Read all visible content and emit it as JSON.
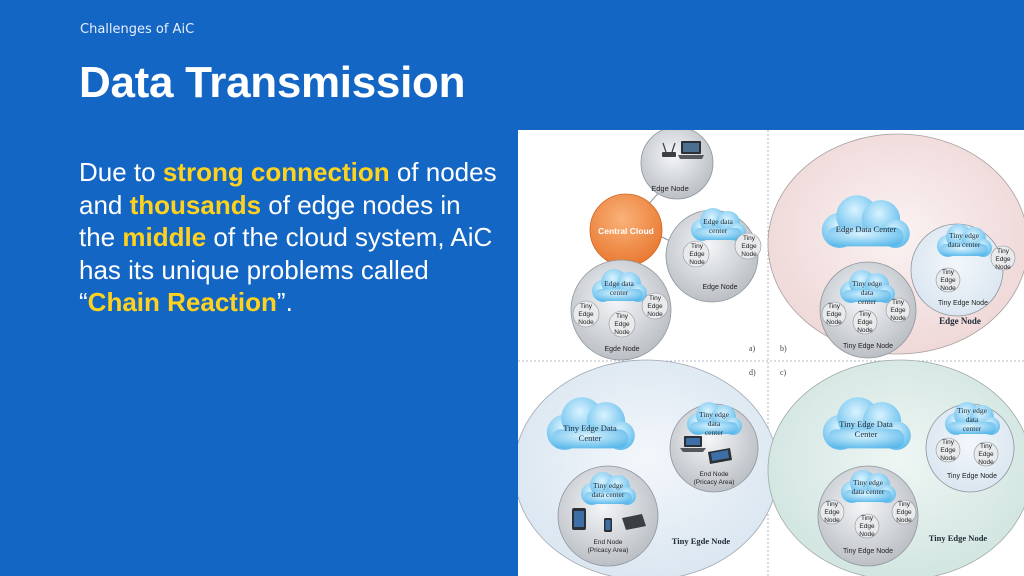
{
  "header": {
    "section": "Challenges of AiC",
    "title": "Data Transmission"
  },
  "body": {
    "p1": "Due to ",
    "hl1": "strong connection",
    "p2": " of nodes and ",
    "hl2": "thousands",
    "p3": " of edge nodes in the ",
    "hl3": "middle",
    "p4": " of the cloud system, AiC has its unique problems called ",
    "q_open": "“",
    "hl4": "Chain Reaction",
    "q_close": "”."
  },
  "figure": {
    "panels": {
      "a": "a)",
      "b": "b)",
      "c": "c)",
      "d": "d)"
    },
    "a": {
      "central_cloud": "Central Cloud",
      "edge_node_top": "Edge Node",
      "edc1_l1": "Edge data",
      "edc1_l2": "center",
      "tiny_edge": "Tiny",
      "edge_w": "Edge",
      "node_w": "Node",
      "edge_node_mid": "Edge Node",
      "edc2_l1": "Edge data",
      "edc2_l2": "center",
      "egde_node_bottom": "Egde Node"
    },
    "b": {
      "edge_data_center": "Edge Data Center",
      "ted_l1": "Tiny edge",
      "ted_l2": "data center",
      "tiny_edge_node": "Tiny Edge Node",
      "ted2_l1": "Tiny edge",
      "ted2_l2": "data",
      "ted2_l3": "center",
      "edge_node": "Edge Node",
      "tiny_edge_node_bottom": "Tiny Edge Node"
    },
    "d": {
      "tedc_l1": "Tiny Edge Data",
      "tedc_l2": "Center",
      "ted_l1": "Tiny edge",
      "ted_l2": "data",
      "ted_l3": "center",
      "end_node_l1": "End Node",
      "end_node_l2": "(Pricacy Area)",
      "ted2_l1": "Tiny edge",
      "ted2_l2": "data center",
      "end_node2_l1": "End Node",
      "end_node2_l2": "(Pricacy Area)",
      "tiny_egde_node": "Tiny Egde Node"
    },
    "c": {
      "tedc_l1": "Tiny Edge Data",
      "tedc_l2": "Center",
      "ted_l1": "Tiny edge",
      "ted_l2": "data",
      "ted_l3": "center",
      "tiny_edge_node": "Tiny Edge Node",
      "ted2_l1": "Tiny edge",
      "ted2_l2": "data center",
      "tiny_edge_node_bottom": "Tiny Edge Node",
      "tiny_edge_node_right": "Tiny Edge Node"
    }
  }
}
